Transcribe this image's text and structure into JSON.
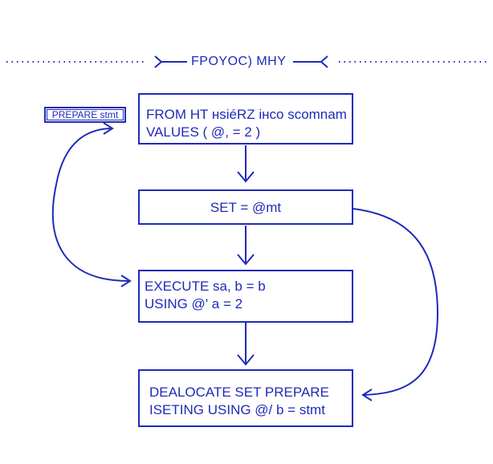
{
  "title": "FPOYOC) MHY",
  "side_label": "PREPARE stmt",
  "boxes": {
    "from": {
      "line1": "FROM HT нѕіéRZ інco ѕcomnam",
      "line2": "VALUES ( @, = 2 )"
    },
    "set": {
      "line1": "SET = @mt"
    },
    "execute": {
      "line1": "EXECUTE  sa, b = b",
      "line2": "USING @' a = 2"
    },
    "dealocate": {
      "line1": "DEALOCATE SET PREPARE",
      "line2": "ISETING USING @/ b = stmt"
    }
  },
  "colors": {
    "ink": "#1e2bb8",
    "background": "#ffffff"
  }
}
